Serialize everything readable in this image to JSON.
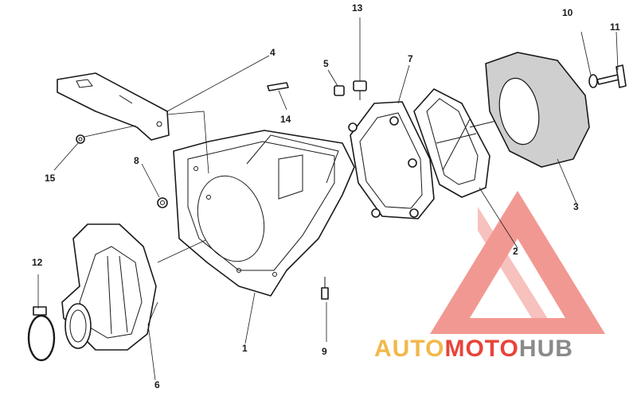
{
  "diagram": {
    "callouts": [
      {
        "id": "c1",
        "label": "1"
      },
      {
        "id": "c2",
        "label": "2"
      },
      {
        "id": "c3",
        "label": "3"
      },
      {
        "id": "c4",
        "label": "4"
      },
      {
        "id": "c5",
        "label": "5"
      },
      {
        "id": "c6",
        "label": "6"
      },
      {
        "id": "c7",
        "label": "7"
      },
      {
        "id": "c8",
        "label": "8"
      },
      {
        "id": "c9",
        "label": "9"
      },
      {
        "id": "c10",
        "label": "10"
      },
      {
        "id": "c11",
        "label": "11"
      },
      {
        "id": "c12",
        "label": "12"
      },
      {
        "id": "c13",
        "label": "13"
      },
      {
        "id": "c14",
        "label": "14"
      },
      {
        "id": "c15",
        "label": "15"
      }
    ]
  },
  "watermark": {
    "part_auto": "AUTO",
    "part_moto": "MOTO",
    "part_hub": "HUB",
    "colors": {
      "auto": "#f2b84b",
      "moto": "#e8443a",
      "hub": "#8a8a8a",
      "logo": "#e8443a"
    }
  }
}
